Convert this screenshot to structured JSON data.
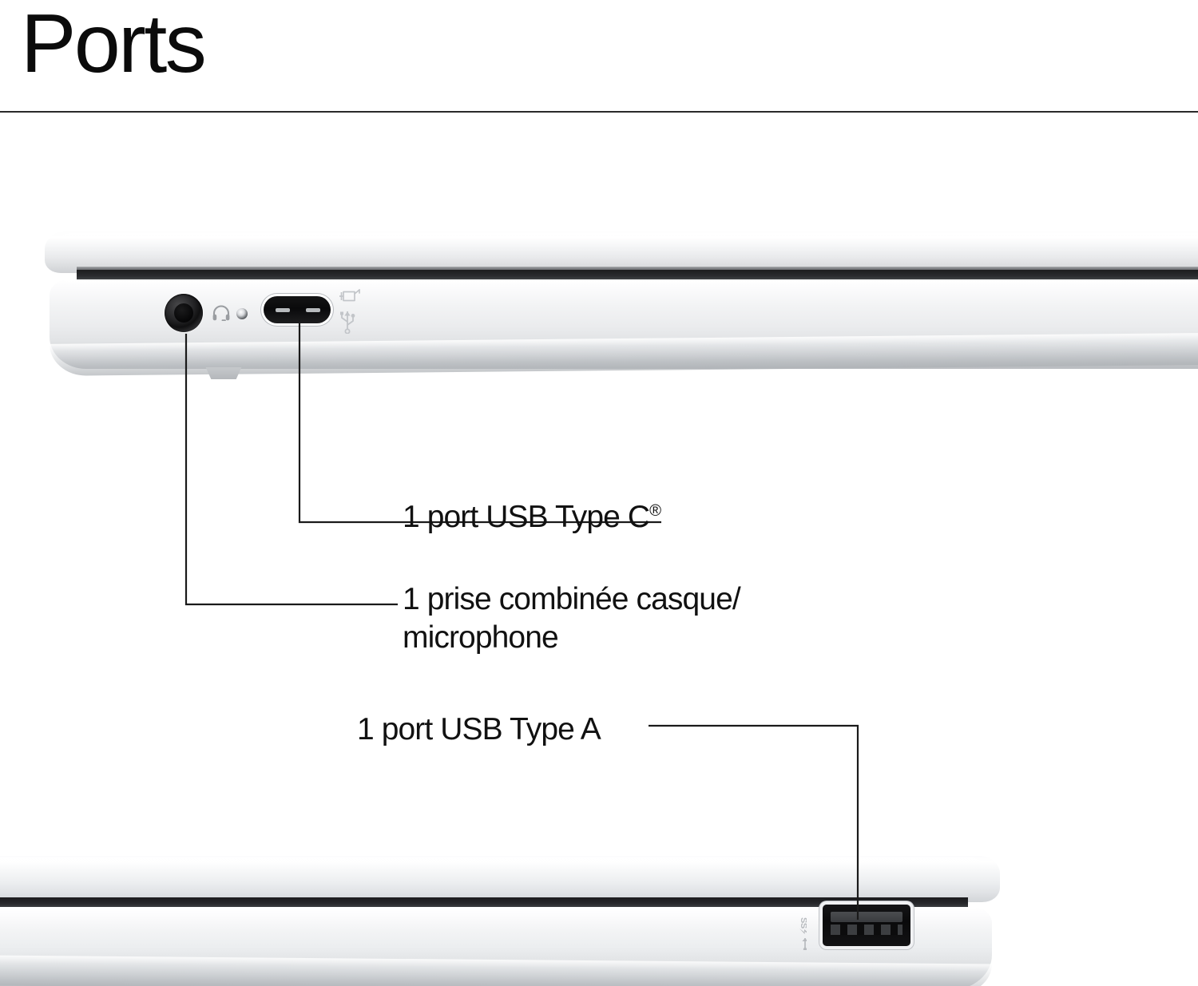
{
  "header": {
    "title": "Ports"
  },
  "callouts": [
    {
      "id": "usb-type-c",
      "text": "1 port USB Type C",
      "trademark": "®",
      "icon_names": [
        "displayport-icon",
        "usb-icon"
      ]
    },
    {
      "id": "headphone-mic-combo",
      "text": "1 prise combinée casque/\nmicrophone",
      "icon_names": [
        "headset-icon"
      ]
    },
    {
      "id": "usb-type-a",
      "text": "1 port USB Type A",
      "icon_names": [
        "usb-superspeed-icon"
      ]
    }
  ],
  "devices": [
    {
      "id": "laptop-left-side",
      "ports": [
        {
          "name": "headphone-mic-jack",
          "type": "3.5mm-combo-jack"
        },
        {
          "name": "status-led",
          "type": "indicator-light"
        },
        {
          "name": "usb-type-c-port",
          "type": "usb-c"
        }
      ]
    },
    {
      "id": "laptop-right-side",
      "ports": [
        {
          "name": "usb-type-a-port",
          "type": "usb-a-superspeed"
        }
      ]
    }
  ],
  "colors": {
    "text": "#111111",
    "rule": "#2a2a2a",
    "leader_line": "#1a1a1a",
    "chassis_light": "#ffffff",
    "chassis_shadow": "#b9bcc0",
    "port_black": "#0a0a0b",
    "icon_gray": "#c2c5c9",
    "background": "#ffffff"
  }
}
